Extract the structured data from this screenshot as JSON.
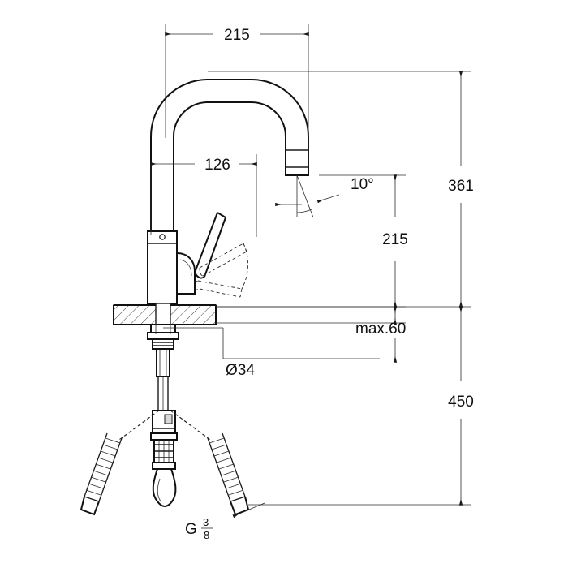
{
  "drawing": {
    "title": "kitchen-faucet-technical-dimension-drawing",
    "units": "mm",
    "labels": {
      "spout_reach_top": "215",
      "height_to_spout_base": "126",
      "overall_height": "361",
      "spout_height": "215",
      "hose_length": "450",
      "outlet_angle": "10°",
      "max_deck_thickness": "max.60",
      "hole_diameter": "Ø34",
      "thread_label": "G",
      "thread_numerator": "3",
      "thread_denominator": "8"
    },
    "colors": {
      "line": "#1a1a1a",
      "thin_line": "#2b2b2b",
      "text": "#111111",
      "background": "#ffffff",
      "shade": "#d9d9d9"
    }
  }
}
